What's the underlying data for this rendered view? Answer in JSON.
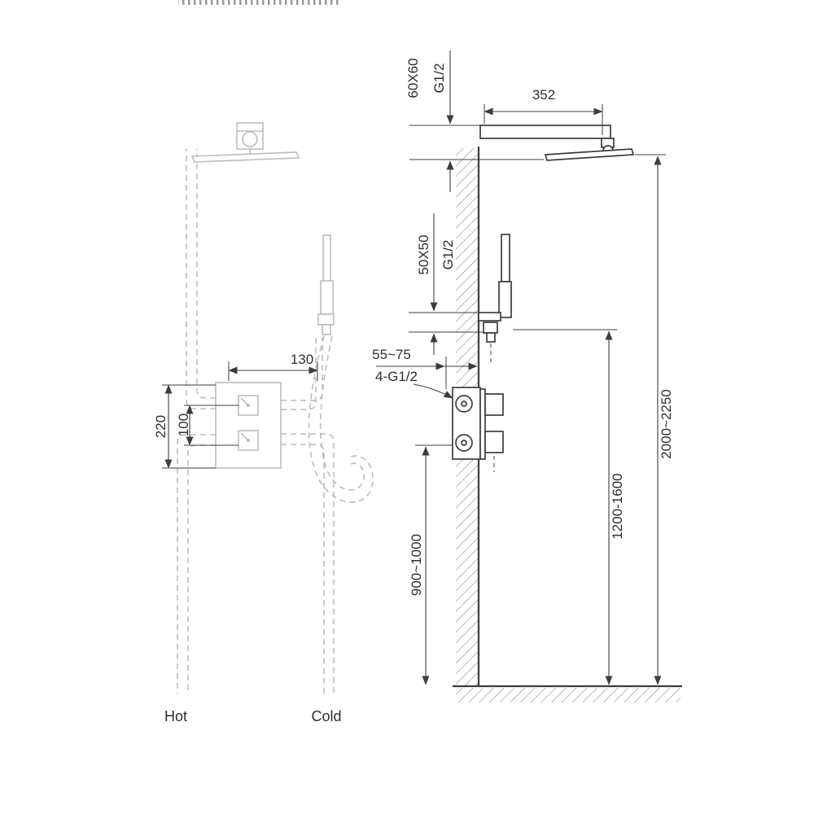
{
  "diagram": {
    "type": "installation-drawing",
    "subject": "concealed-thermostatic-shower-system"
  },
  "labels": {
    "arm_plate_size": "60X60",
    "arm_thread": "G1/2",
    "arm_length": "352",
    "holder_plate_size": "50X50",
    "holder_thread": "G1/2",
    "embed_depth": "55~75",
    "valve_threads": "4-G1/2",
    "valve_width": "130",
    "valve_height": "220",
    "handle_spacing": "100",
    "valve_mount_height": "900~1000",
    "handset_height": "1200-1600",
    "head_height": "2000~2250",
    "hot": "Hot",
    "cold": "Cold"
  },
  "colors": {
    "line_dark": "#3d3d3d",
    "line_light": "#bcbcbc",
    "text_color": "#2e2e2e",
    "hatch_color": "#8a8a8a",
    "background": "#ffffff"
  }
}
